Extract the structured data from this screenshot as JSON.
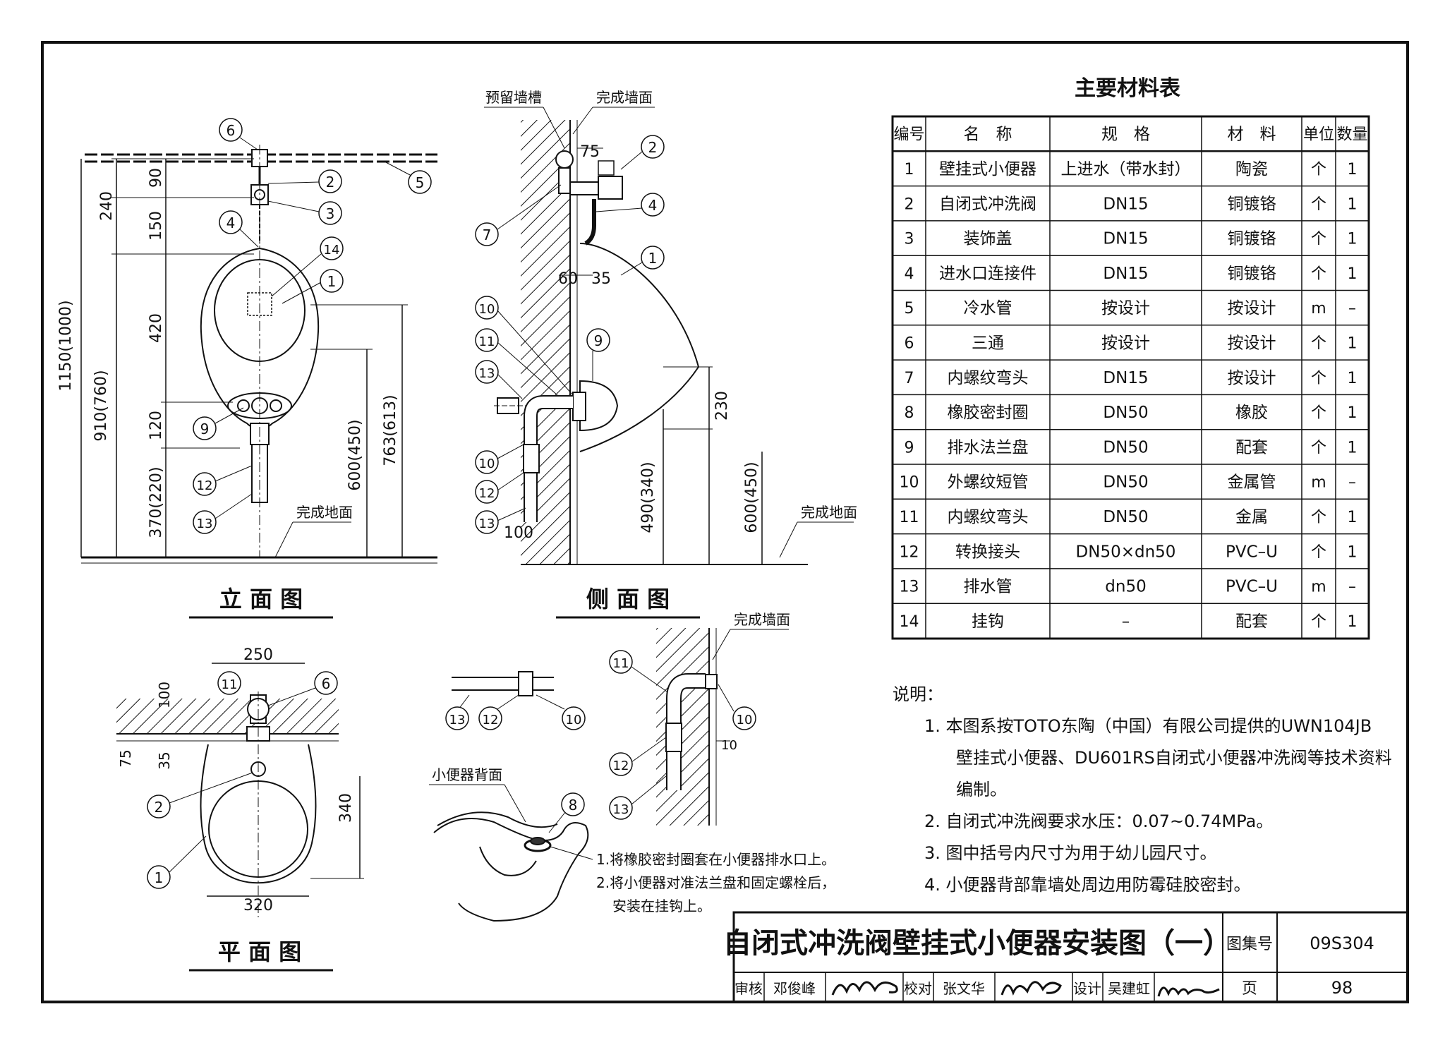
{
  "views": {
    "elevation": {
      "title": "立 面 图",
      "dims": [
        "90",
        "240",
        "150",
        "420",
        "1150(1000)",
        "910(760)",
        "120",
        "370(220)",
        "600(450)",
        "763(613)"
      ],
      "floor_label": "完成地面",
      "callouts": [
        "6",
        "2",
        "3",
        "4",
        "14",
        "1",
        "5",
        "9",
        "12",
        "13"
      ]
    },
    "side": {
      "title": "侧 面 图",
      "labels": {
        "groove": "预留墙槽",
        "wall": "完成墙面",
        "floor": "完成地面"
      },
      "dims": [
        "75",
        "60",
        "35",
        "230",
        "490(340)",
        "600(450)",
        "100"
      ],
      "callouts": [
        "2",
        "4",
        "7",
        "1",
        "10",
        "11",
        "9",
        "13",
        "10",
        "12",
        "13"
      ]
    },
    "plan": {
      "title": "平 面 图",
      "dims": [
        "250",
        "100",
        "75",
        "35",
        "340",
        "320"
      ],
      "callouts": [
        "11",
        "6",
        "2",
        "1"
      ]
    },
    "detail_pipe": {
      "callouts": [
        "13",
        "12",
        "10"
      ]
    },
    "detail_wall": {
      "label": "完成墙面",
      "dim": "10",
      "callouts": [
        "11",
        "10",
        "12",
        "13"
      ]
    },
    "detail_back": {
      "label": "小便器背面",
      "callout": "8",
      "notes": [
        "1.将橡胶密封圈套在小便器排水口上。",
        "2.将小便器对准法兰盘和固定螺栓后，",
        "安装在挂钩上。"
      ]
    }
  },
  "materials": {
    "title": "主要材料表",
    "headers": [
      "编号",
      "名　称",
      "规　格",
      "材　料",
      "单位",
      "数量"
    ],
    "rows": [
      [
        "1",
        "壁挂式小便器",
        "上进水（带水封）",
        "陶瓷",
        "个",
        "1"
      ],
      [
        "2",
        "自闭式冲洗阀",
        "DN15",
        "铜镀铬",
        "个",
        "1"
      ],
      [
        "3",
        "装饰盖",
        "DN15",
        "铜镀铬",
        "个",
        "1"
      ],
      [
        "4",
        "进水口连接件",
        "DN15",
        "铜镀铬",
        "个",
        "1"
      ],
      [
        "5",
        "冷水管",
        "按设计",
        "按设计",
        "m",
        "–"
      ],
      [
        "6",
        "三通",
        "按设计",
        "按设计",
        "个",
        "1"
      ],
      [
        "7",
        "内螺纹弯头",
        "DN15",
        "按设计",
        "个",
        "1"
      ],
      [
        "8",
        "橡胶密封圈",
        "DN50",
        "橡胶",
        "个",
        "1"
      ],
      [
        "9",
        "排水法兰盘",
        "DN50",
        "配套",
        "个",
        "1"
      ],
      [
        "10",
        "外螺纹短管",
        "DN50",
        "金属管",
        "m",
        "–"
      ],
      [
        "11",
        "内螺纹弯头",
        "DN50",
        "金属",
        "个",
        "1"
      ],
      [
        "12",
        "转换接头",
        "DN50×dn50",
        "PVC–U",
        "个",
        "1"
      ],
      [
        "13",
        "排水管",
        "dn50",
        "PVC–U",
        "m",
        "–"
      ],
      [
        "14",
        "挂钩",
        "–",
        "配套",
        "个",
        "1"
      ]
    ]
  },
  "notes": {
    "heading": "说明：",
    "items": [
      "1. 本图系按TOTO东陶（中国）有限公司提供的UWN104JB",
      "壁挂式小便器、DU601RS自闭式小便器冲洗阀等技术资料",
      "编制。",
      "2. 自闭式冲洗阀要求水压：0.07~0.74MPa。",
      "3. 图中括号内尺寸为用于幼儿园尺寸。",
      "4. 小便器背部靠墙处周边用防霉硅胶密封。"
    ]
  },
  "title_block": {
    "title": "自闭式冲洗阀壁挂式小便器安装图（一）",
    "atlas_label": "图集号",
    "atlas_no": "09S304",
    "review_label": "审核",
    "reviewer": "邓俊峰",
    "check_label": "校对",
    "checker": "张文华",
    "design_label": "设计",
    "designer": "吴建虹",
    "page_label": "页",
    "page_no": "98",
    "signatures": [
      "邓俊峰",
      "张文华",
      "吴建虹"
    ]
  }
}
